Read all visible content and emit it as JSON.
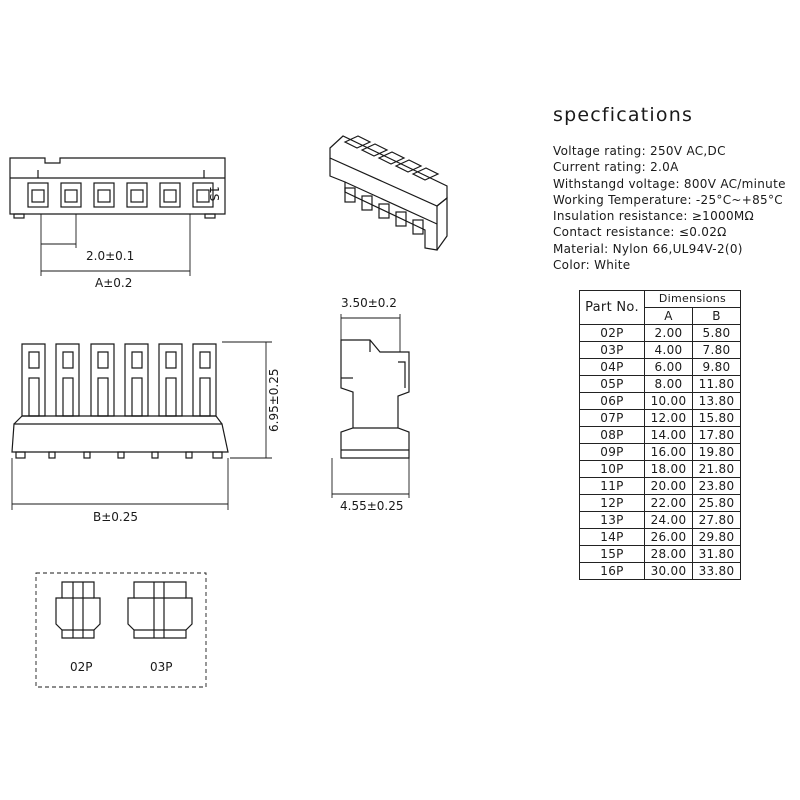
{
  "specifications": {
    "title": "specfications",
    "lines": [
      "Voltage rating: 250V AC,DC",
      "Current rating: 2.0A",
      "Withstangd voltage: 800V AC/minute",
      "Working Temperature: -25°C~+85°C",
      "Insulation resistance: ≥1000MΩ",
      "Contact resistance: ≤0.02Ω",
      "Material: Nylon 66,UL94V-2(0)",
      "Color: White"
    ]
  },
  "table": {
    "part_header": "Part No.",
    "dimensions_header": "Dimensions",
    "col_a": "A",
    "col_b": "B",
    "rows": [
      {
        "part": "02P",
        "a": "2.00",
        "b": "5.80"
      },
      {
        "part": "03P",
        "a": "4.00",
        "b": "7.80"
      },
      {
        "part": "04P",
        "a": "6.00",
        "b": "9.80"
      },
      {
        "part": "05P",
        "a": "8.00",
        "b": "11.80"
      },
      {
        "part": "06P",
        "a": "10.00",
        "b": "13.80"
      },
      {
        "part": "07P",
        "a": "12.00",
        "b": "15.80"
      },
      {
        "part": "08P",
        "a": "14.00",
        "b": "17.80"
      },
      {
        "part": "09P",
        "a": "16.00",
        "b": "19.80"
      },
      {
        "part": "10P",
        "a": "18.00",
        "b": "21.80"
      },
      {
        "part": "11P",
        "a": "20.00",
        "b": "23.80"
      },
      {
        "part": "12P",
        "a": "22.00",
        "b": "25.80"
      },
      {
        "part": "13P",
        "a": "24.00",
        "b": "27.80"
      },
      {
        "part": "14P",
        "a": "26.00",
        "b": "29.80"
      },
      {
        "part": "15P",
        "a": "28.00",
        "b": "31.80"
      },
      {
        "part": "16P",
        "a": "30.00",
        "b": "33.80"
      }
    ]
  },
  "dimensions": {
    "pitch": "2.0±0.1",
    "a": "A±0.2",
    "b": "B±0.25",
    "height": "6.95±0.25",
    "depth_top": "3.50±0.2",
    "depth_bottom": "4.55±0.25"
  },
  "marking": "1S",
  "inset_labels": {
    "two_pin": "02P",
    "three_pin": "03P"
  }
}
